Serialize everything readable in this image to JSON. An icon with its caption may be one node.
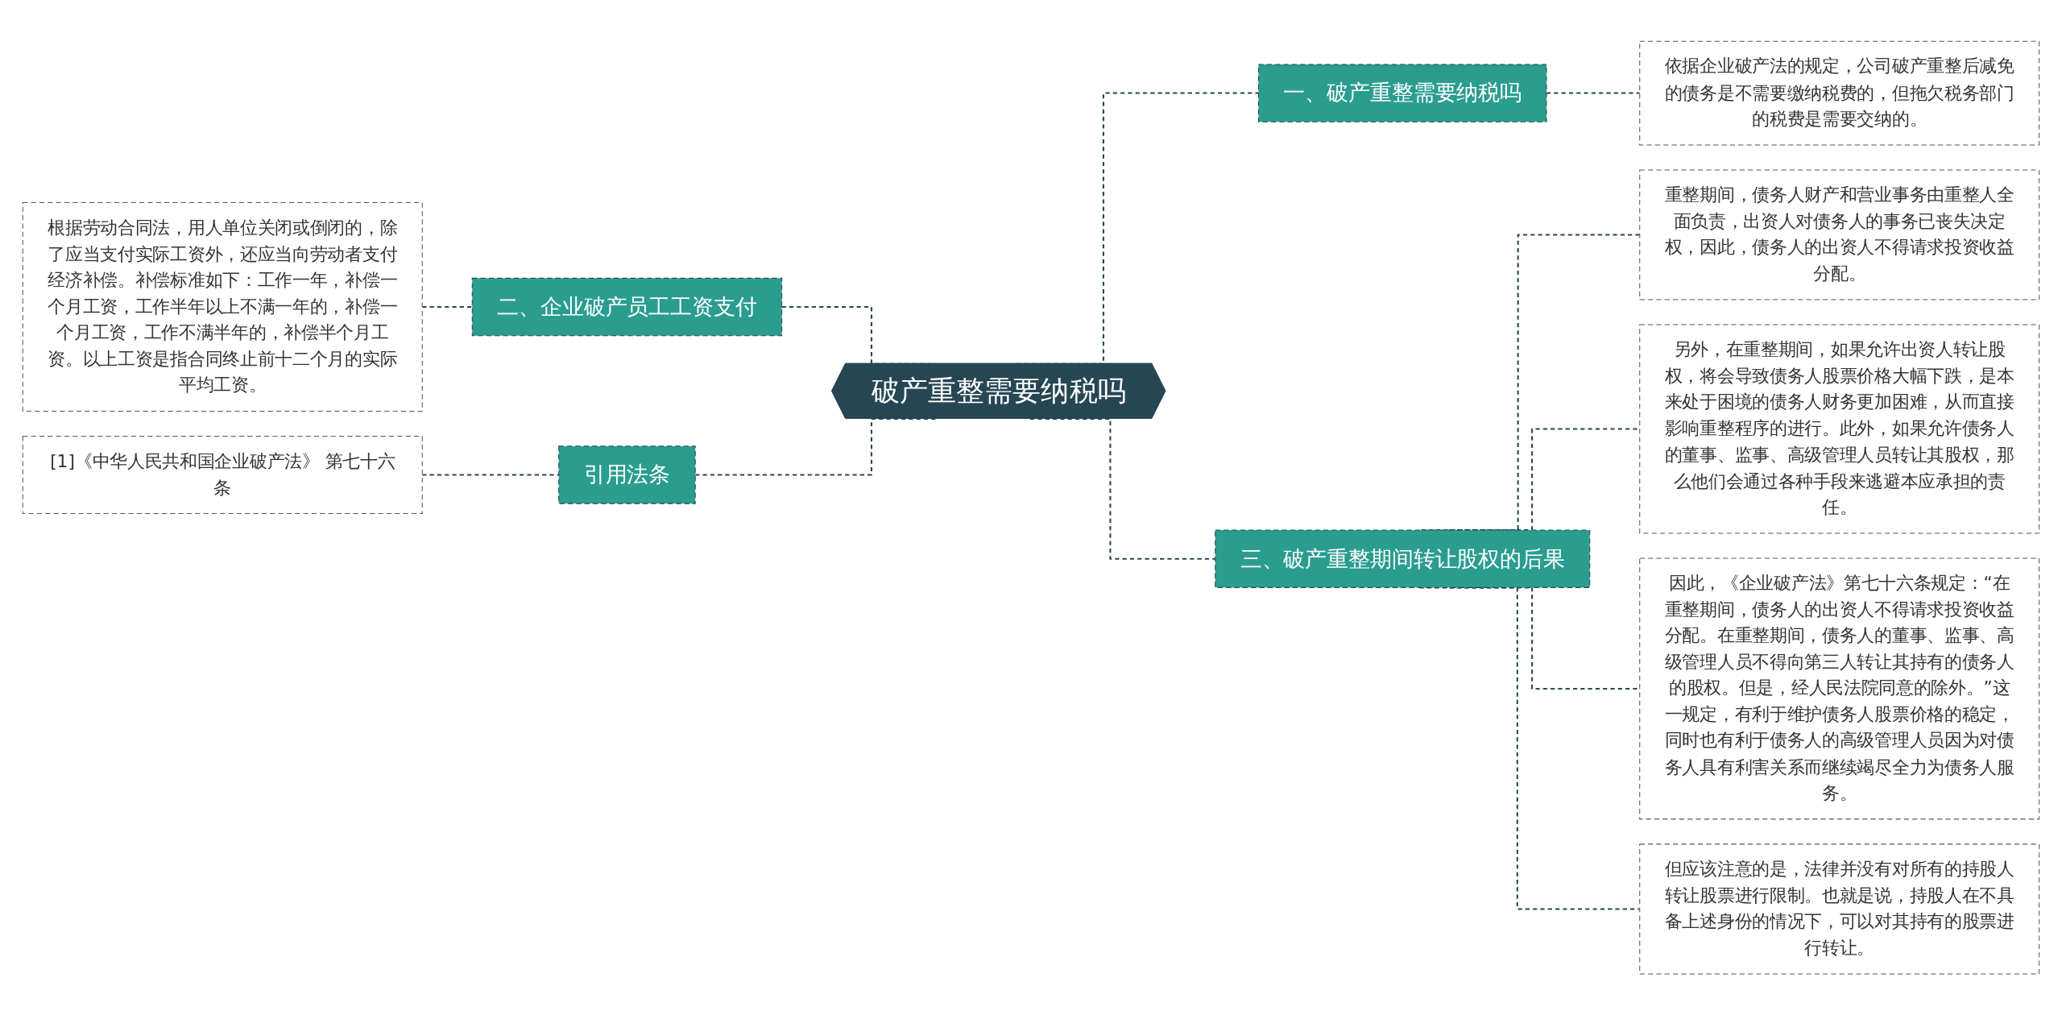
{
  "diagram": {
    "nodes": [
      {
        "text": [
          "破产重整需要纳税吗"
        ]
      },
      {
        "text": [
          "二、企业破产员工工资支付"
        ]
      },
      {
        "text": [
          "根据劳动合同法，用人单位关闭或倒闭的，除了应当支付实际工资外，还应当向劳动者支付经济补偿。补偿标准如下：工作一年，补偿一个月工资，工作半年以上不满一年的，补偿一个月工资，工作不满半年的，补偿半个月工资。以上工资是指合同终止前十二个月的实际平均工资。"
        ]
      },
      {
        "text": [
          "引用法条"
        ]
      },
      {
        "text": [
          "[1]《中华人民共和国企业破产法》 第七十六条"
        ]
      },
      {
        "text": [
          "一、破产重整需要纳税吗"
        ]
      },
      {
        "text": [
          "依据企业破产法的规定，公司破产重整后减免的债务是不需要缴纳税费的，但拖欠税务部门的税费是需要交纳的。"
        ]
      },
      {
        "text": [
          "三、破产重整期间转让股权的后果"
        ]
      },
      {
        "text": [
          "重整期间，债务人财产和营业事务由重整人全面负责，出资人对债务人的事务已丧失决定权，因此，债务人的出资人不得请求投资收益分配。"
        ]
      },
      {
        "text": [
          "另外，在重整期间，如果允许出资人转让股权，将会导致债务人股票价格大幅下跌，是本来处于困境的债务人财务更加困难，从而直接影响重整程序的进行。此外，如果允许债务人的董事、监事、高级管理人员转让其股权，那么他们会通过各种手段来逃避本应承担的责任。"
        ]
      },
      {
        "text": [
          "因此，《企业破产法》第七十六条规定：“在重整期间，债务人的出资人不得请求投资收益分配。在重整期间，债务人的董事、监事、高级管理人员不得向第三人转让其持有的债务人的股权。但是，经人民法院同意的除外。”这一规定，有利于维护债务人股票价格的稳定，同时也有利于债务人的高级管理人员因为对债务人具有利害关系而继续竭尽全力为债务人服务。"
        ]
      },
      {
        "text": [
          "但应该注意的是，法律并没有对所有的持股人转让股票进行限制。也就是说，持股人在不具备上述身份的情况下，可以对其持有的股票进行转让。"
        ]
      }
    ],
    "edges": [
      {
        "from": 2,
        "to": 1,
        "arrow": "none",
        "style": "dashed"
      },
      {
        "from": 1,
        "to": 0,
        "arrow": "none",
        "style": "dashed"
      },
      {
        "from": 4,
        "to": 3,
        "arrow": "none",
        "style": "dashed"
      },
      {
        "from": 3,
        "to": 0,
        "arrow": "none",
        "style": "dashed"
      },
      {
        "from": 0,
        "to": 5,
        "arrow": "none",
        "style": "dashed"
      },
      {
        "from": 5,
        "to": 6,
        "arrow": "none",
        "style": "dashed"
      },
      {
        "from": 0,
        "to": 7,
        "arrow": "none",
        "style": "dashed"
      },
      {
        "from": 7,
        "to": 8,
        "arrow": "none",
        "style": "dashed"
      },
      {
        "from": 7,
        "to": 9,
        "arrow": "none",
        "style": "dashed"
      },
      {
        "from": 7,
        "to": 10,
        "arrow": "none",
        "style": "dashed"
      },
      {
        "from": 7,
        "to": 11,
        "arrow": "none",
        "style": "dashed"
      }
    ]
  }
}
